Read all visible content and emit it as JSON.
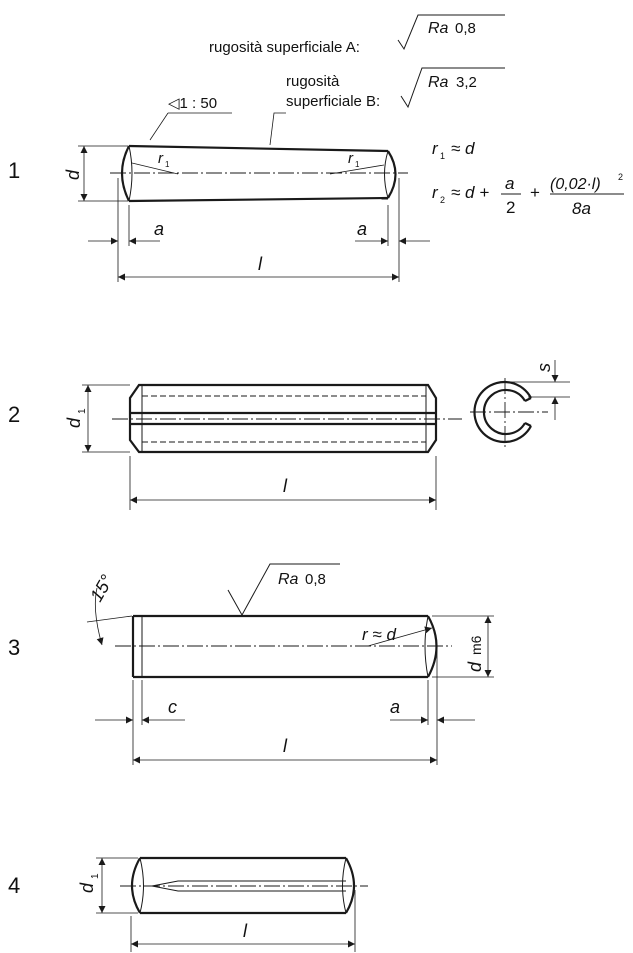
{
  "figure_1": {
    "number": "1",
    "roughness_a_label": "rugosità superficiale A:",
    "roughness_a_ra": "Ra",
    "roughness_a_value": "0,8",
    "roughness_b_label_line1": "rugosità",
    "roughness_b_label_line2": "superficiale B:",
    "roughness_b_ra": "Ra",
    "roughness_b_value": "3,2",
    "taper": "◁1 : 50",
    "dim_d": "d",
    "dim_a_left": "a",
    "dim_a_right": "a",
    "dim_l": "l",
    "r1_left": "r",
    "r1_left_sub": "1",
    "r1_right": "r",
    "r1_right_sub": "1",
    "formula_r1_r": "r",
    "formula_r1_sub": "1",
    "formula_r1_rhs": "≈ d",
    "formula_r2_r": "r",
    "formula_r2_sub": "2",
    "formula_r2_approx": "≈ d +",
    "formula_frac1_num": "a",
    "formula_frac1_den": "2",
    "formula_plus": "+",
    "formula_frac2_num": "(0,02·l)",
    "formula_frac2_exp": "2",
    "formula_frac2_den": "8a"
  },
  "figure_2": {
    "number": "2",
    "dim_d": "d",
    "dim_d_sub": "1",
    "dim_l": "l",
    "dim_s": "s"
  },
  "figure_3": {
    "number": "3",
    "angle": "15°",
    "roughness_ra": "Ra",
    "roughness_value": "0,8",
    "radius": "r ≈ d",
    "dim_d": "d",
    "dim_d_tol": "m6",
    "dim_c": "c",
    "dim_a": "a",
    "dim_l": "l"
  },
  "figure_4": {
    "number": "4",
    "dim_d": "d",
    "dim_d_sub": "1",
    "dim_l": "l"
  }
}
